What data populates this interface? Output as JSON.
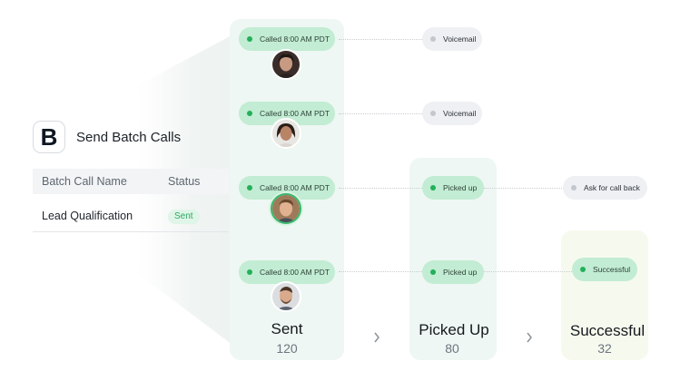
{
  "panel": {
    "logo_letter": "B",
    "title": "Send Batch Calls",
    "table": {
      "headers": [
        "Batch Call Name",
        "Status"
      ],
      "rows": [
        {
          "name": "Lead Qualification",
          "status": "Sent"
        }
      ]
    }
  },
  "columns": {
    "sent": {
      "label": "Sent",
      "count": "120"
    },
    "picked_up": {
      "label": "Picked Up",
      "count": "80"
    },
    "successful": {
      "label": "Successful",
      "count": "32"
    }
  },
  "calls": [
    {
      "sent": "Called 8:00 AM PDT",
      "next": "Voicemail"
    },
    {
      "sent": "Called 8:00 AM PDT",
      "next": "Voicemail"
    },
    {
      "sent": "Called 8:00 AM PDT",
      "picked": "Picked up",
      "next": "Ask for call back"
    },
    {
      "sent": "Called 8:00 AM PDT",
      "picked": "Picked up",
      "result": "Successful"
    }
  ],
  "icons": {
    "chevron": "chevron-right-icon"
  },
  "colors": {
    "accent_green": "#23b05a",
    "pill_green": "#c2ecd3",
    "column_bg": "#eef7f3"
  }
}
